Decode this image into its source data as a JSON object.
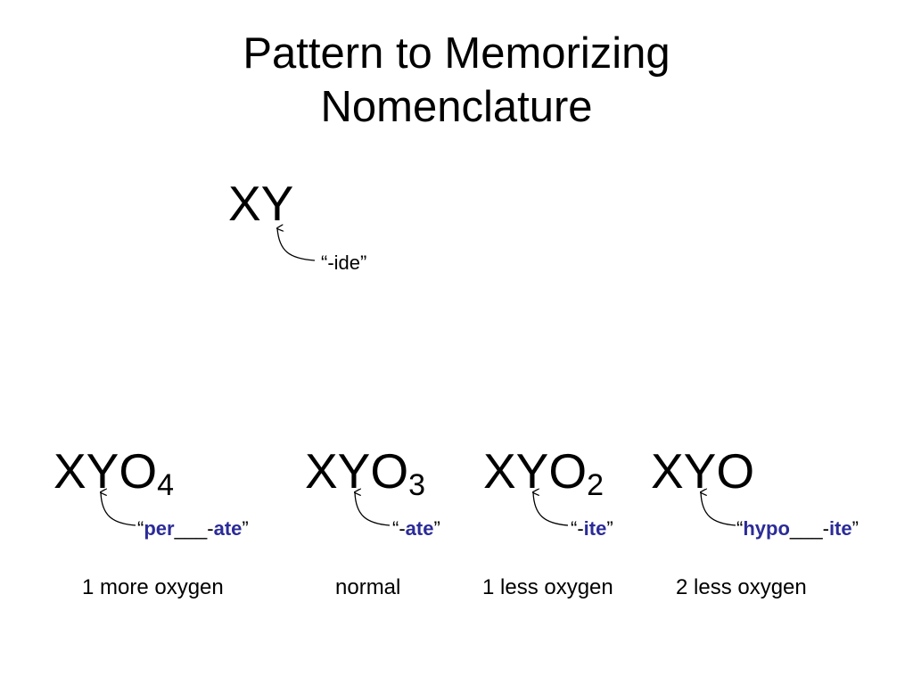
{
  "title": {
    "line1": "Pattern to Memorizing",
    "line2": "Nomenclature"
  },
  "binary": {
    "formula": "XY",
    "suffix": "“-ide”"
  },
  "oxyanions": [
    {
      "base": "XYO",
      "subscript": "4",
      "suffix": {
        "open": "“",
        "prefix": "per",
        "blank": "___",
        "dash": "-",
        "ending": "ate",
        "close": "”"
      },
      "description": "1 more oxygen"
    },
    {
      "base": "XYO",
      "subscript": "3",
      "suffix": {
        "open": "“",
        "dash": "-",
        "ending": "ate",
        "close": "”"
      },
      "description": "normal"
    },
    {
      "base": "XYO",
      "subscript": "2",
      "suffix": {
        "open": "“",
        "dash": "-",
        "ending": "ite",
        "close": "”"
      },
      "description": "1 less oxygen"
    },
    {
      "base": "XYO",
      "subscript": "",
      "suffix": {
        "open": "“",
        "prefix": "hypo",
        "blank": "___",
        "dash": "-",
        "ending": "ite",
        "close": "”"
      },
      "description": "2 less oxygen"
    }
  ],
  "colors": {
    "text": "#000000",
    "suffix_highlight": "#2b2b99",
    "background": "#ffffff"
  }
}
